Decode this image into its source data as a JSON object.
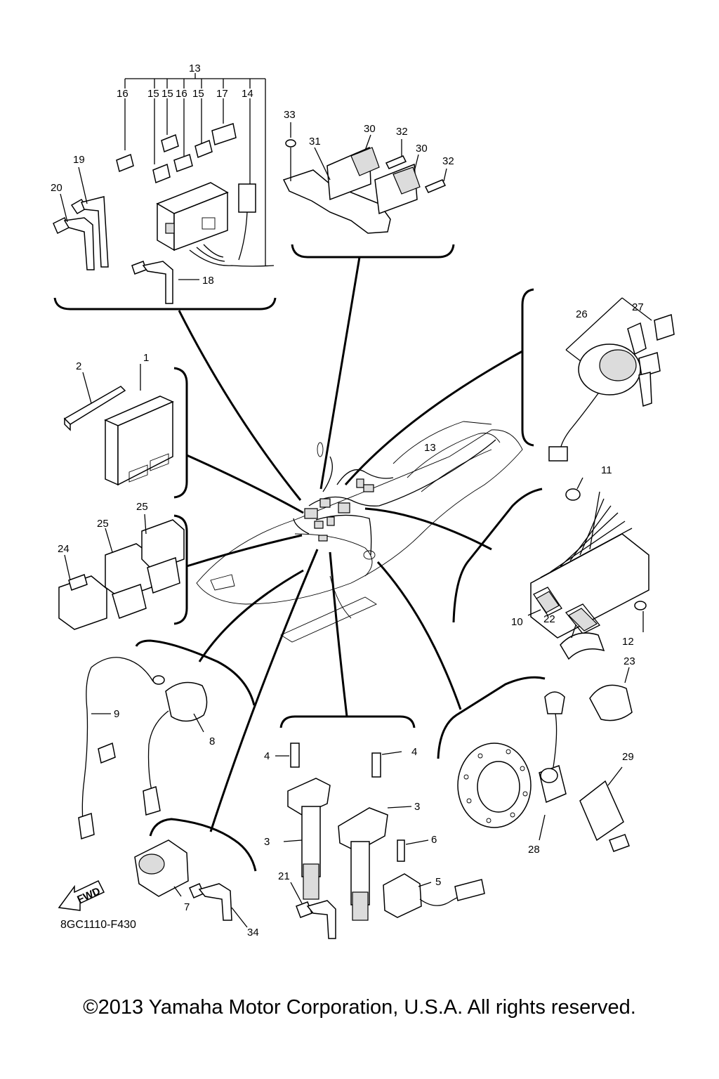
{
  "diagram": {
    "figure_code": "8GC1110-F430",
    "copyright": "©2013 Yamaha Motor Corporation, U.S.A. All rights reserved.",
    "fwd_label": "FWD",
    "callouts": {
      "c1": "1",
      "c2": "2",
      "c3a": "3",
      "c3b": "3",
      "c4a": "4",
      "c4b": "4",
      "c5": "5",
      "c6": "6",
      "c7": "7",
      "c8": "8",
      "c9": "9",
      "c10": "10",
      "c11": "11",
      "c12": "12",
      "c13a": "13",
      "c13b": "13",
      "c14": "14",
      "c15a": "15",
      "c15b": "15",
      "c15c": "15",
      "c16a": "16",
      "c16b": "16",
      "c17": "17",
      "c18": "18",
      "c19": "19",
      "c20": "20",
      "c21": "21",
      "c22": "22",
      "c23": "23",
      "c24": "24",
      "c25a": "25",
      "c25b": "25",
      "c26": "26",
      "c27": "27",
      "c28": "28",
      "c29": "29",
      "c30a": "30",
      "c30b": "30",
      "c31": "31",
      "c32a": "32",
      "c32b": "32",
      "c33": "33",
      "c34": "34"
    }
  }
}
